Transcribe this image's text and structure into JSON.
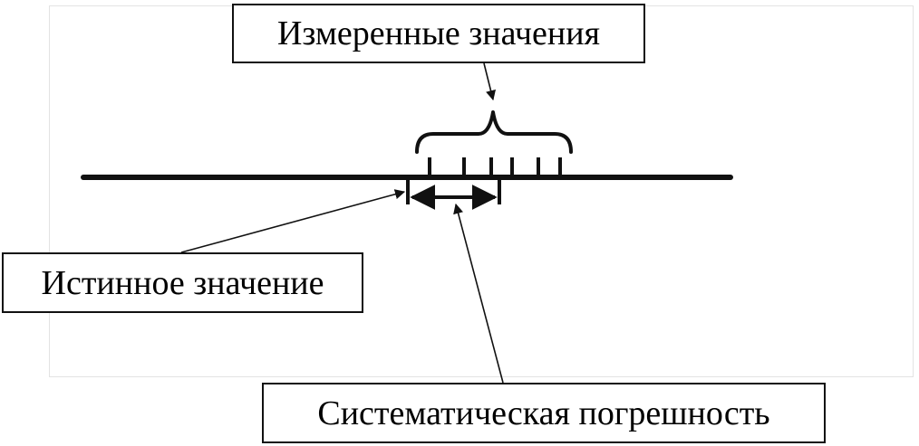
{
  "labels": {
    "measured_values": "Измеренные значения",
    "true_value": "Истинное значение",
    "systematic_error": "Систематическая погрешность"
  },
  "colors": {
    "ink": "#111111",
    "background": "#ffffff",
    "frame": "#e3e3e3"
  }
}
